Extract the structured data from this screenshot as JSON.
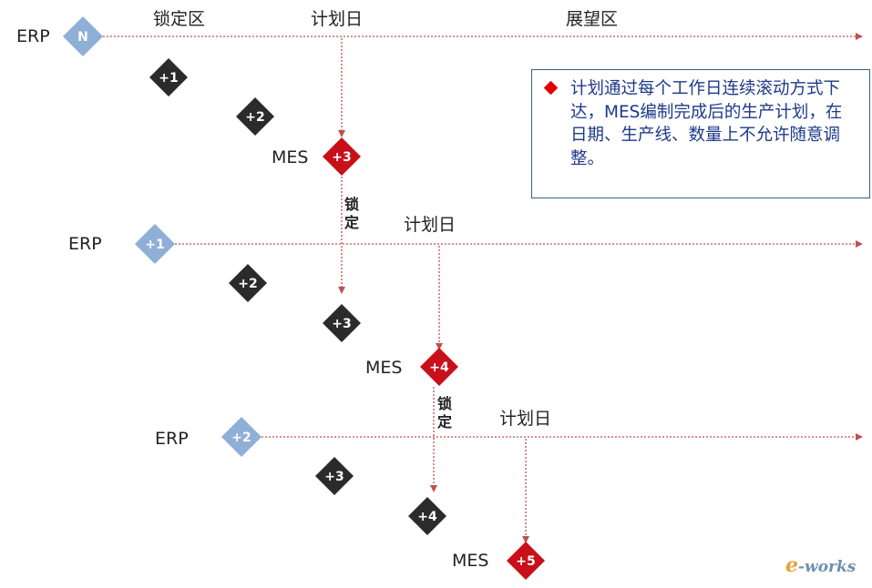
{
  "header": {
    "locked_zone": "锁定区",
    "plan_day": "计划日",
    "outlook_zone": "展望区"
  },
  "rows": [
    {
      "erp_label": "ERP",
      "erp_node": "N",
      "mes_label": "MES",
      "mes_node": "+3",
      "steps": [
        "+1",
        "+2"
      ],
      "plan_day": "计划日",
      "lock": "锁定"
    },
    {
      "erp_label": "ERP",
      "erp_node": "+1",
      "mes_label": "MES",
      "mes_node": "+4",
      "steps": [
        "+2",
        "+3"
      ],
      "plan_day": "计划日",
      "lock": "锁定"
    },
    {
      "erp_label": "ERP",
      "erp_node": "+2",
      "mes_label": "MES",
      "mes_node": "+5",
      "steps": [
        "+3",
        "+4"
      ],
      "plan_day": "计划日"
    }
  ],
  "note": {
    "text": "计划通过每个工作日连续滚动方式下达，MES编制完成后的生产计划，在日期、生产线、数量上不允许随意调整。"
  },
  "logo": {
    "e": "e",
    "rest": "-works"
  },
  "colors": {
    "erp": "#8fafd6",
    "step": "#2b2b2b",
    "mes": "#c8101a",
    "line": "#c0504d"
  }
}
